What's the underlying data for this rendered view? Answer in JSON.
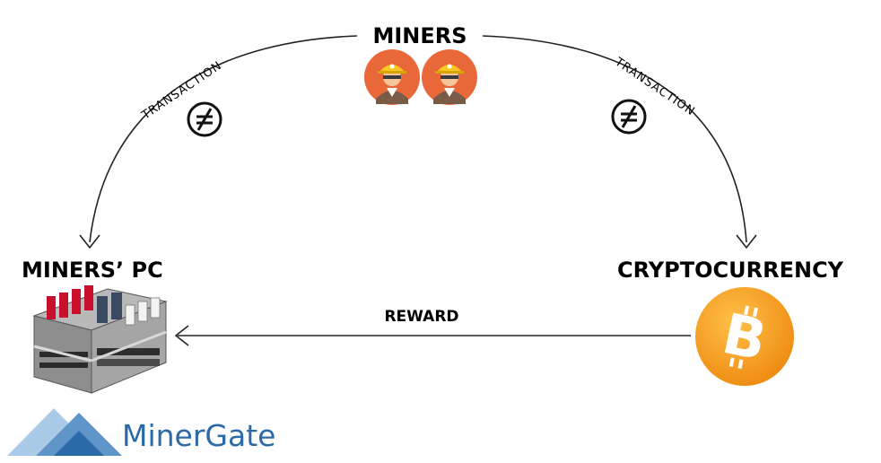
{
  "title": "MINERS",
  "nodes": {
    "miners_pc": "MINERS’ PC",
    "cryptocurrency": "CRYPTOCURRENCY"
  },
  "edges": {
    "left_transaction": "TRANSACTION",
    "right_transaction": "TRANSACTION",
    "reward": "REWARD"
  },
  "logo": {
    "text": "MinerGate",
    "color": "#2b6aa8"
  },
  "colors": {
    "bitcoin": "#f39a1c",
    "miner_avatar": "#e9683a",
    "arrow": "#222222"
  },
  "icons": [
    "miner-avatar-icon",
    "miner-avatar-icon",
    "no-equal-icon",
    "no-equal-icon",
    "mining-rig-icon",
    "bitcoin-icon",
    "minergate-logo-icon"
  ]
}
